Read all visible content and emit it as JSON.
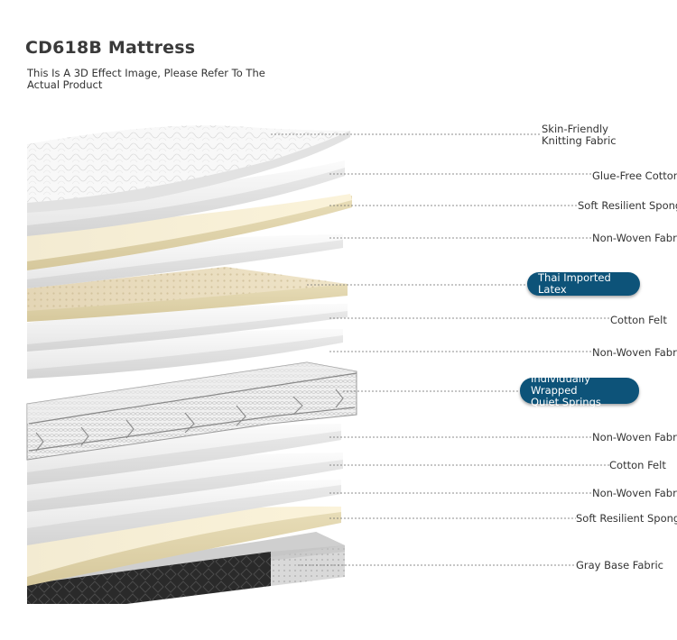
{
  "header": {
    "title": "CD618B Mattress",
    "subtitle": "This Is A 3D Effect Image, Please Refer To The Actual Product"
  },
  "layers": [
    {
      "id": "knit",
      "label_lines": [
        "Skin-Friendly",
        "Knitting Fabric"
      ],
      "highlight": false
    },
    {
      "id": "glue_free",
      "label_lines": [
        "Glue-Free Cotton"
      ],
      "highlight": false
    },
    {
      "id": "sponge_top",
      "label_lines": [
        "Soft Resilient Sponge"
      ],
      "highlight": false
    },
    {
      "id": "nonwoven_1",
      "label_lines": [
        "Non-Woven Fabric"
      ],
      "highlight": false
    },
    {
      "id": "latex",
      "label_lines": [
        "Thai Imported Latex"
      ],
      "highlight": true
    },
    {
      "id": "felt_1",
      "label_lines": [
        "Cotton Felt"
      ],
      "highlight": false
    },
    {
      "id": "nonwoven_2",
      "label_lines": [
        "Non-Woven Fabric"
      ],
      "highlight": false
    },
    {
      "id": "springs",
      "label_lines": [
        "Individually Wrapped",
        "Quiet Springs"
      ],
      "highlight": true
    },
    {
      "id": "nonwoven_3",
      "label_lines": [
        "Non-Woven Fabric"
      ],
      "highlight": false
    },
    {
      "id": "felt_2",
      "label_lines": [
        "Cotton Felt"
      ],
      "highlight": false
    },
    {
      "id": "nonwoven_4",
      "label_lines": [
        "Non-Woven Fabric"
      ],
      "highlight": false
    },
    {
      "id": "sponge_bottom",
      "label_lines": [
        "Soft Resilient Sponge"
      ],
      "highlight": false
    },
    {
      "id": "base",
      "label_lines": [
        "Gray Base Fabric"
      ],
      "highlight": false
    }
  ],
  "colors": {
    "pill": "#0d5379",
    "sponge": "#efe6c9",
    "latex": "#e9dcc0",
    "white_layer": "#f4f4f4",
    "base": "#2b2b2b"
  }
}
